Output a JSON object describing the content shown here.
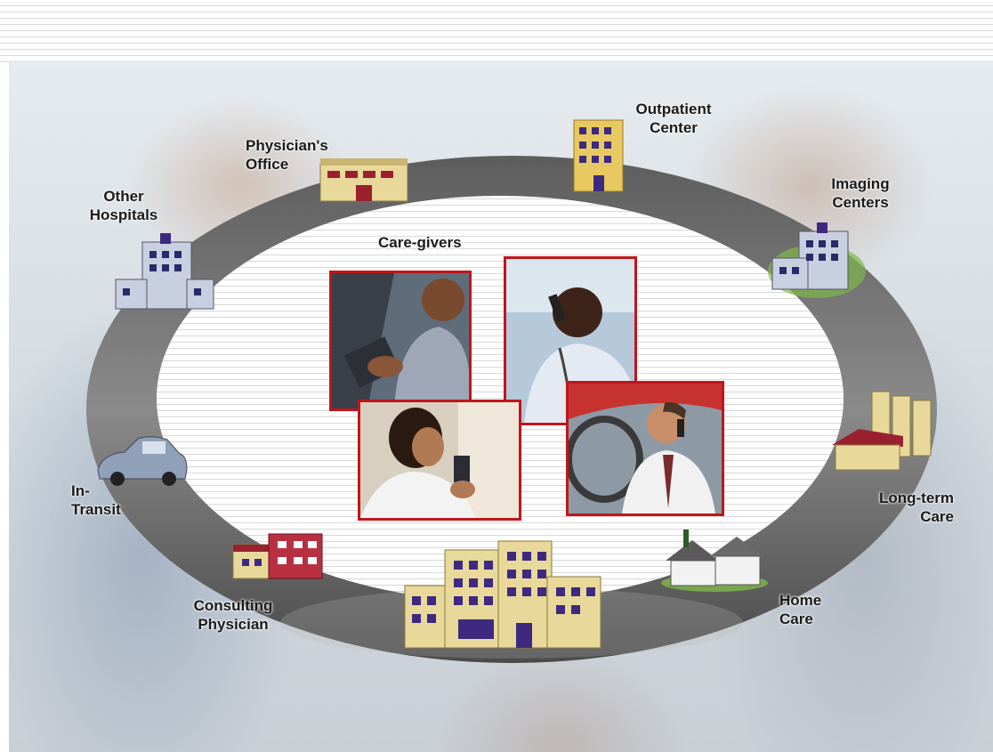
{
  "diagram": {
    "center_label": "Care-givers",
    "locations": {
      "physicians_office": [
        "Physician's",
        "Office"
      ],
      "outpatient_center": [
        "Outpatient",
        "Center"
      ],
      "other_hospitals": [
        "Other",
        "Hospitals"
      ],
      "imaging_centers": [
        "Imaging",
        "Centers"
      ],
      "in_transit": [
        "In-",
        "Transit"
      ],
      "long_term_care": [
        "Long-term",
        "Care"
      ],
      "consulting_physician": [
        "Consulting",
        "Physician"
      ],
      "home_care": [
        "Home",
        "Care"
      ]
    },
    "photos": [
      "caregiver-tablet-photo",
      "caregiver-phone-photo",
      "caregiver-pda-photo",
      "caregiver-car-photo"
    ],
    "colors": {
      "photo_border": "#c0161b",
      "ring": "#6e6e6e",
      "building_wall": "#e8d89a",
      "building_window": "#3d2a80",
      "office_roof": "#9a2030"
    }
  }
}
